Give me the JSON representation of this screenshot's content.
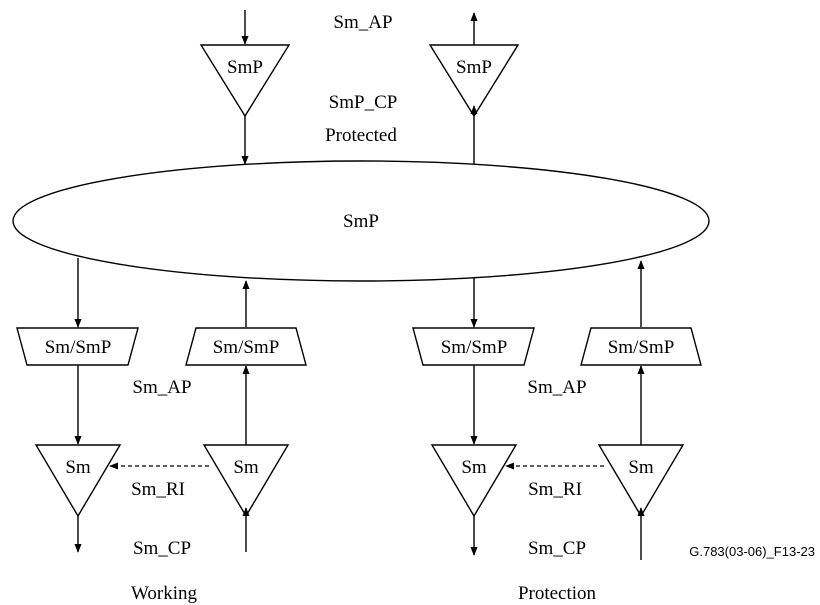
{
  "top": {
    "access_point_label": "Sm_AP",
    "sink_label": "SmP",
    "source_label": "SmP",
    "connection_point_label": "SmP_CP",
    "protected_label": "Protected"
  },
  "connection_function": {
    "label": "SmP"
  },
  "working": {
    "adapt_down_label": "Sm/SmP",
    "adapt_up_label": "Sm/SmP",
    "access_point_label": "Sm_AP",
    "trail_sink_label": "Sm",
    "trail_source_label": "Sm",
    "remote_info_label": "Sm_RI",
    "connection_point_label": "Sm_CP",
    "side_label": "Working"
  },
  "protection": {
    "adapt_down_label": "Sm/SmP",
    "adapt_up_label": "Sm/SmP",
    "access_point_label": "Sm_AP",
    "trail_sink_label": "Sm",
    "trail_source_label": "Sm",
    "remote_info_label": "Sm_RI",
    "connection_point_label": "Sm_CP",
    "side_label": "Protection"
  },
  "figure_id": "G.783(03-06)_F13-23"
}
